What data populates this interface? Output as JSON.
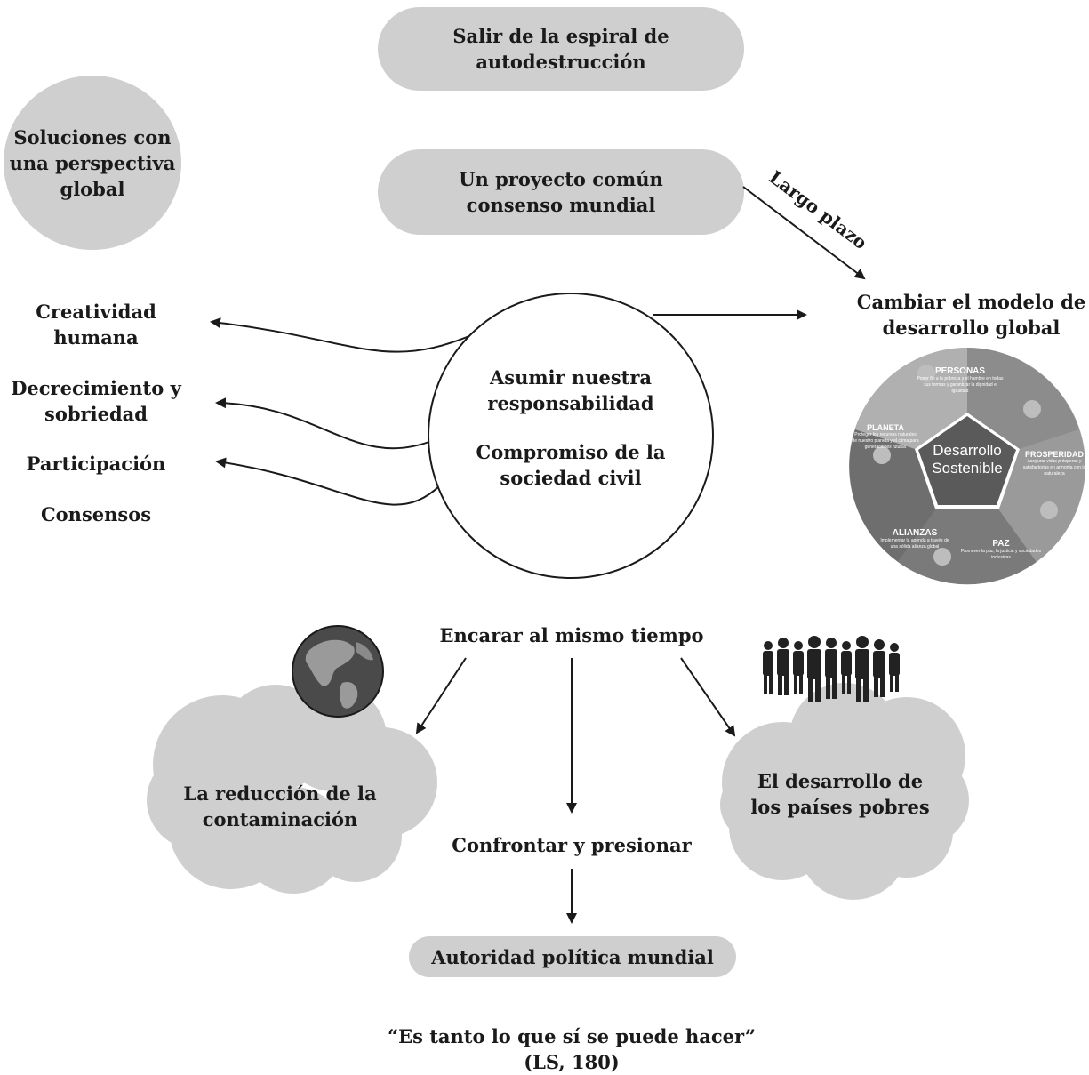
{
  "top_pill": {
    "line1": "Salir de la espiral de",
    "line2": "autodestrucción"
  },
  "global_circle": {
    "line1": "Soluciones con",
    "line2": "una perspectiva",
    "line3": "global"
  },
  "project_pill": {
    "line1": "Un proyecto común",
    "line2": "consenso mundial"
  },
  "long_term_label": "Largo plazo",
  "change_model": {
    "line1": "Cambiar el modelo de",
    "line2": "desarrollo global"
  },
  "center_circle": {
    "line1": "Asumir nuestra",
    "line2": "responsabilidad",
    "line3": "Compromiso de la",
    "line4": "sociedad civil"
  },
  "left_list": {
    "item1_line1": "Creatividad",
    "item1_line2": "humana",
    "item2_line1": "Decrecimiento y",
    "item2_line2": "sobriedad",
    "item3": "Participación",
    "item4": "Consensos"
  },
  "sdg_wheel": {
    "center_line1": "Desarrollo",
    "center_line2": "Sostenible",
    "personas": {
      "title": "PERSONAS",
      "desc": "Poner fin a la pobreza y el hambre en todas sus formas y garantizar la dignidad e igualdad"
    },
    "prosperidad": {
      "title": "PROSPERIDAD",
      "desc": "Asegurar vidas prósperas y satisfactorias en armonía con la naturaleza"
    },
    "paz": {
      "title": "PAZ",
      "desc": "Promover la paz, la justicia y sociedades inclusivas"
    },
    "alianzas": {
      "title": "ALIANZAS",
      "desc": "Implementar la agenda a través de una sólida alianza global"
    },
    "planeta": {
      "title": "PLANETA",
      "desc": "Proteger los recursos naturales de nuestro planeta y el clima para generaciones futuras"
    }
  },
  "face_same_time": "Encarar al mismo tiempo",
  "left_cloud": {
    "line1": "La reducción de la",
    "line2": "contaminación"
  },
  "right_cloud": {
    "line1": "El desarrollo de",
    "line2": "los países pobres"
  },
  "confront": "Confrontar y presionar",
  "authority_pill": "Autoridad política mundial",
  "quote": {
    "line1": "“Es tanto lo que sí se puede hacer”",
    "line2": "(LS, 180)"
  },
  "colors": {
    "shape_fill": "#cfcfcf",
    "arrow": "#1a1a1a",
    "wheel_dark": "#7a7a7a",
    "wheel_mid": "#a6a6a6"
  }
}
